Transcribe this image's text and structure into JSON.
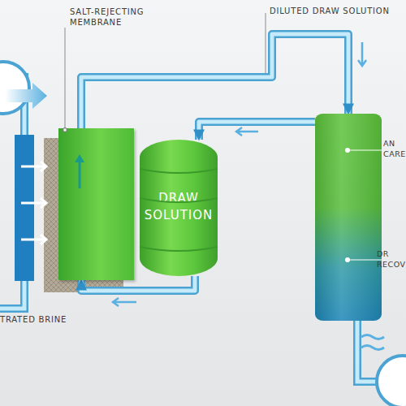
{
  "diagram": {
    "nodes": [
      {
        "text": [
          "SALT-REJECTING MEMBRANE"
        ]
      },
      {
        "text": [
          "DRAW SOLUTION"
        ]
      },
      {
        "text": [
          "AN CARE",
          "DR RECOV"
        ]
      }
    ],
    "edges": [
      {
        "from": 0,
        "to": 2,
        "arrow": "to",
        "label": "DILUTED DRAW SOLUTION"
      },
      {
        "from": 2,
        "to": 1,
        "arrow": "to"
      },
      {
        "from": 1,
        "to": 0,
        "arrow": "to"
      }
    ],
    "labels": [
      "TRATED BRINE"
    ]
  }
}
